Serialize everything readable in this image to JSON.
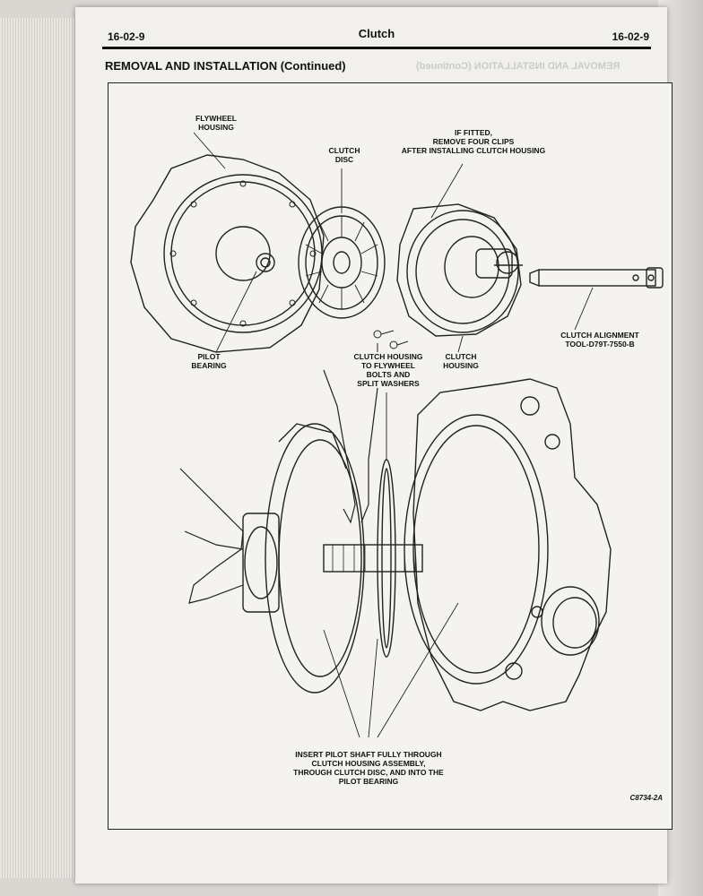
{
  "header": {
    "page_left": "16-02-9",
    "section": "Clutch",
    "page_right": "16-02-9"
  },
  "subtitle": "REMOVAL AND INSTALLATION (Continued)",
  "figure": {
    "labels": {
      "flywheel_housing": "FLYWHEEL\nHOUSING",
      "clutch_disc": "CLUTCH\nDISC",
      "if_fitted": "IF FITTED,\nREMOVE FOUR CLIPS\nAFTER INSTALLING CLUTCH HOUSING",
      "pilot_bearing": "PILOT\nBEARING",
      "clutch_housing_bolts": "CLUTCH HOUSING\nTO FLYWHEEL\nBOLTS AND\nSPLIT WASHERS",
      "clutch_housing": "CLUTCH\nHOUSING",
      "alignment_tool": "CLUTCH ALIGNMENT\nTOOL-D79T-7550-B",
      "insert_pilot_shaft": "INSERT PILOT SHAFT FULLY THROUGH\nCLUTCH HOUSING ASSEMBLY,\nTHROUGH CLUTCH DISC, AND INTO THE\nPILOT BEARING"
    },
    "figure_id": "C8734-2A"
  }
}
